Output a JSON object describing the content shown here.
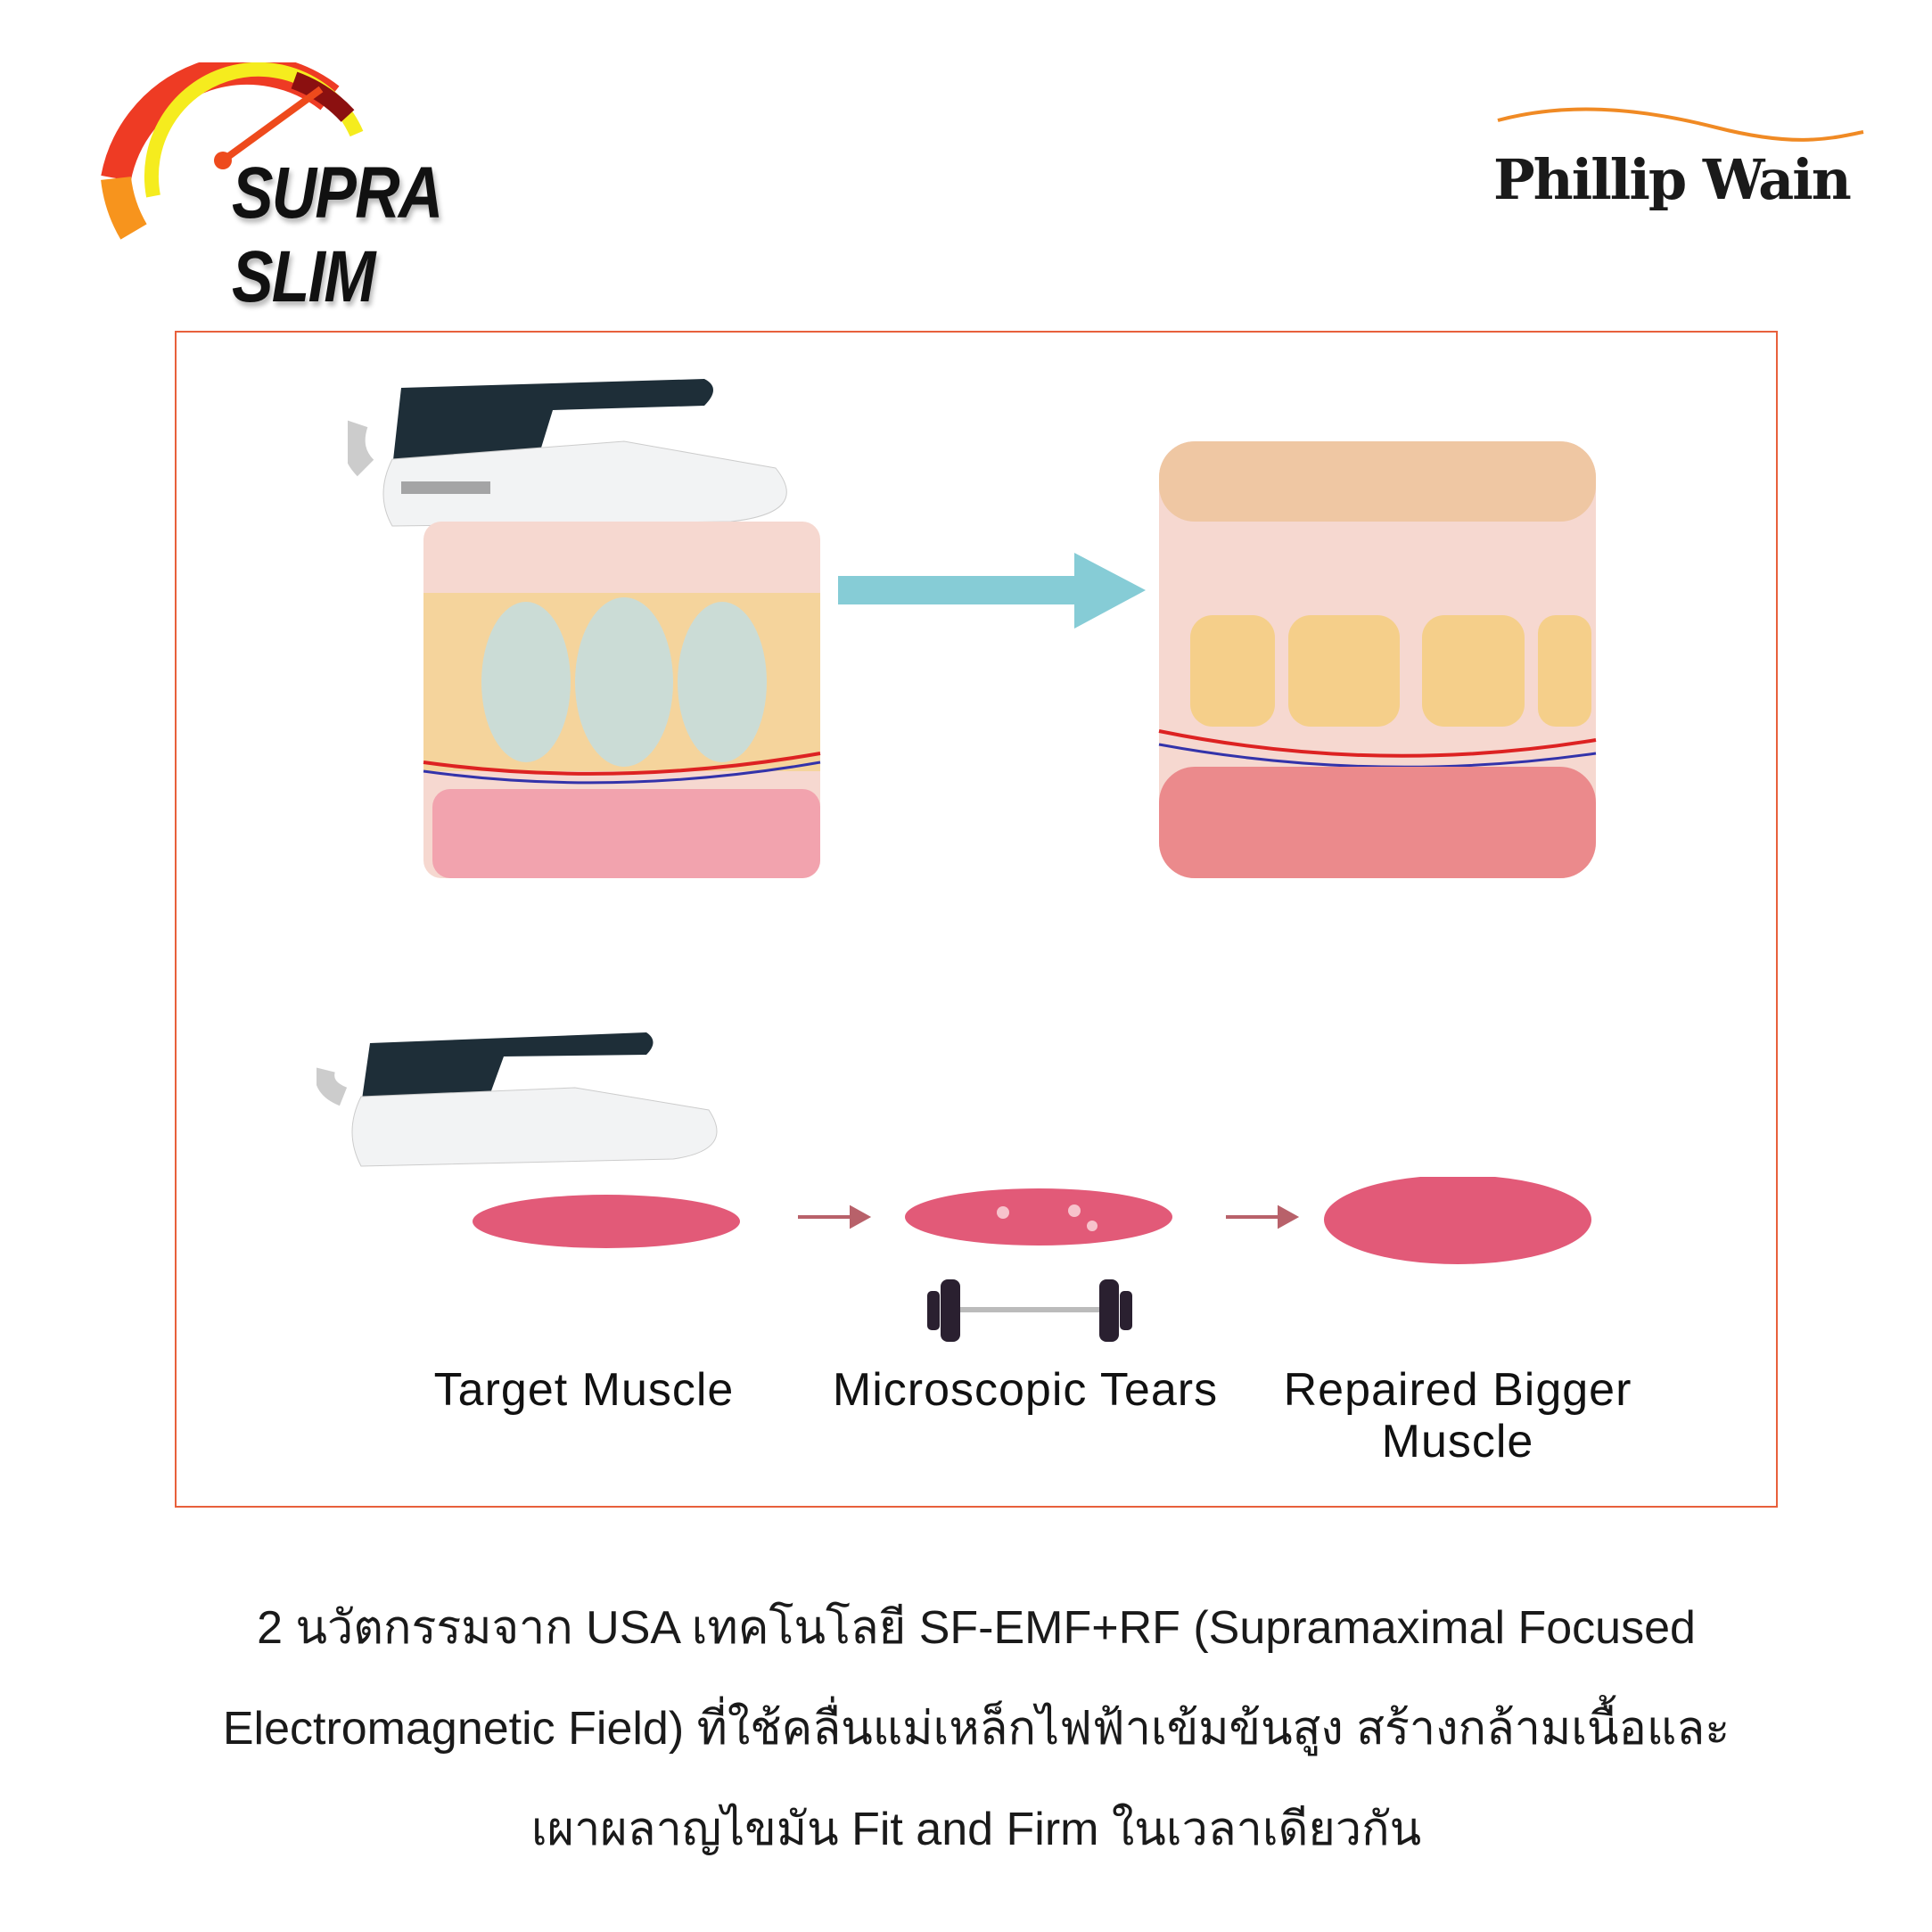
{
  "header": {
    "logo_left": "SUPRA SLIM",
    "logo_right": "Phillip Wain"
  },
  "diagram": {
    "labels": {
      "target": "Target Muscle",
      "tears": "Microscopic Tears",
      "repaired_line1": "Repaired Bigger",
      "repaired_line2": "Muscle"
    },
    "colors": {
      "frame": "#e8603c",
      "arrow": "#86ccd6",
      "small_arrow": "#b8616a",
      "muscle": "#e25a78"
    }
  },
  "description": {
    "line1": "2 นวัตกรรมจาก USA เทคโนโลยี SF-EMF+RF (Supramaximal Focused",
    "line2": "Electromagnetic Field) ที่ใช้คลื่นแม่เหล็กไฟฟ้าเข้มข้นสูง สร้างกล้ามเนื้อและ",
    "line3": "เผาผลาญไขมัน Fit and Firm ในเวลาเดียวกัน"
  }
}
